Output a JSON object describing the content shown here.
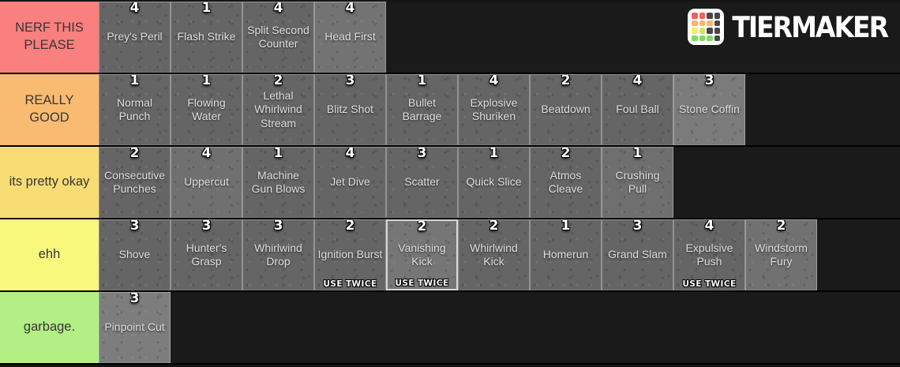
{
  "logo": {
    "brand": "TIERMAKER",
    "grid_colors": [
      "#f2615e",
      "#f2615e",
      "#474747",
      "#474747",
      "#fbb469",
      "#fbb469",
      "#fbb469",
      "#474747",
      "#f6ec67",
      "#cde768",
      "#474747",
      "#474747",
      "#7ddd63",
      "#7ddd63",
      "#7ddd63",
      "#474747"
    ]
  },
  "tile_defaults": {
    "shade": "#656565"
  },
  "tiers": [
    {
      "label": "NERF THIS PLEASE",
      "color": "#fa7f7f",
      "items": [
        {
          "name": "Prey's Peril",
          "count": "4"
        },
        {
          "name": "Flash Strike",
          "count": "1"
        },
        {
          "name": "Split Second Counter",
          "count": "4"
        },
        {
          "name": "Head First",
          "count": "4",
          "shade": "#737373"
        }
      ]
    },
    {
      "label": "REALLY GOOD",
      "color": "#f9bb71",
      "items": [
        {
          "name": "Normal Punch",
          "count": "1"
        },
        {
          "name": "Flowing Water",
          "count": "1"
        },
        {
          "name": "Lethal Whirlwind Stream",
          "count": "2"
        },
        {
          "name": "Blitz Shot",
          "count": "3"
        },
        {
          "name": "Bullet Barrage",
          "count": "1"
        },
        {
          "name": "Explosive Shuriken",
          "count": "4"
        },
        {
          "name": "Beatdown",
          "count": "2"
        },
        {
          "name": "Foul Ball",
          "count": "4"
        },
        {
          "name": "Stone Coffin",
          "count": "3",
          "shade": "#7b7b7b"
        }
      ]
    },
    {
      "label": "its pretty okay",
      "color": "#f8dc74",
      "items": [
        {
          "name": "Consecutive Punches",
          "count": "2"
        },
        {
          "name": "Uppercut",
          "count": "4",
          "shade": "#707070"
        },
        {
          "name": "Machine Gun Blows",
          "count": "1"
        },
        {
          "name": "Jet Dive",
          "count": "4"
        },
        {
          "name": "Scatter",
          "count": "3"
        },
        {
          "name": "Quick Slice",
          "count": "1"
        },
        {
          "name": "Atmos Cleave",
          "count": "2"
        },
        {
          "name": "Crushing Pull",
          "count": "1",
          "shade": "#6f6f6f"
        }
      ]
    },
    {
      "label": "ehh",
      "color": "#f8f87d",
      "items": [
        {
          "name": "Shove",
          "count": "3"
        },
        {
          "name": "Hunter's Grasp",
          "count": "3"
        },
        {
          "name": "Whirlwind Drop",
          "count": "3"
        },
        {
          "name": "Ignition Burst",
          "count": "2",
          "note": "USE TWICE"
        },
        {
          "name": "Vanishing Kick",
          "count": "2",
          "note": "USE TWICE",
          "shade": "#767676",
          "selected": true
        },
        {
          "name": "Whirlwind Kick",
          "count": "2"
        },
        {
          "name": "Homerun",
          "count": "1"
        },
        {
          "name": "Grand Slam",
          "count": "3"
        },
        {
          "name": "Expulsive Push",
          "count": "4",
          "note": "USE TWICE"
        },
        {
          "name": "Windstorm Fury",
          "count": "2",
          "shade": "#717171"
        }
      ]
    },
    {
      "label": "garbage.",
      "color": "#b3ef85",
      "items": [
        {
          "name": "Pinpoint Cut",
          "count": "3",
          "shade": "#7d7d7d"
        }
      ]
    }
  ]
}
